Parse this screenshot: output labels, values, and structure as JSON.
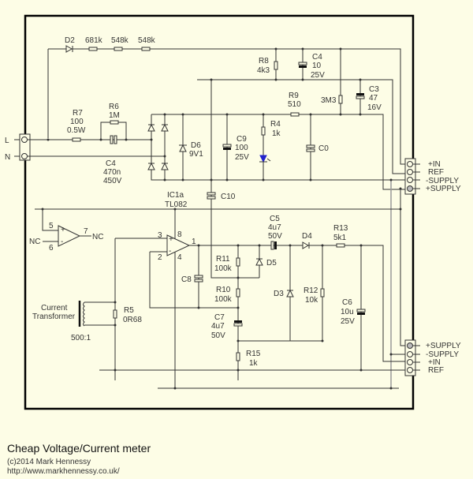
{
  "title": "Cheap Voltage/Current meter",
  "copyright": "(c)2014 Mark Hennessy",
  "url": "http://www.markhennessy.co.uk/",
  "colors": {
    "background": "#fdfde6",
    "wire": "#333333",
    "led": "#2222cc",
    "border": "#000000"
  },
  "components": {
    "D2": "D2",
    "r681k": "681k",
    "r548k_a": "548k",
    "r548k_b": "548k",
    "R8": "R8",
    "R8v": "4k3",
    "C4a": "C4",
    "C4av": "10",
    "C4avolt": "25V",
    "C3": "C3",
    "C3v": "47",
    "C3volt": "16V",
    "R3M3": "3M3",
    "R9": "R9",
    "R9v": "510",
    "R7": "R7",
    "R7v": "100",
    "R7w": "0.5W",
    "R6": "R6",
    "R6v": "1M",
    "C4b": "C4",
    "C4bv": "470n",
    "C4bvolt": "450V",
    "D6": "D6",
    "D6v": "9V1",
    "C9": "C9",
    "C9v": "100",
    "C9volt": "25V",
    "R4": "R4",
    "R4v": "1k",
    "C0": "C0",
    "C10": "C10",
    "IC1a": "IC1a",
    "TL082": "TL082",
    "C5": "C5",
    "C5v": "4u7",
    "C5volt": "50V",
    "D4": "D4",
    "R13": "R13",
    "R13v": "5k1",
    "R11": "R11",
    "R11v": "100k",
    "D5": "D5",
    "C8": "C8",
    "R10": "R10",
    "R10v": "100k",
    "D3": "D3",
    "R12": "R12",
    "R12v": "10k",
    "C6": "C6",
    "C6v": "10u",
    "C6volt": "25V",
    "C7": "C7",
    "C7v": "4u7",
    "C7volt": "50V",
    "R15": "R15",
    "R15v": "1k",
    "R5": "R5",
    "R5v": "0R68",
    "ct1": "Current",
    "ct2": "Transformer",
    "ctratio": "500:1",
    "pin5": "5",
    "pin6": "6",
    "pin7": "7",
    "nc_in": "NC",
    "nc_out": "NC",
    "pin3": "3",
    "pin2": "2",
    "pin8": "8",
    "pin4": "4",
    "pin1": "1"
  },
  "terminals": {
    "L": "L",
    "N": "N"
  },
  "connector_top": [
    "+IN",
    "REF",
    "-SUPPLY",
    "+SUPPLY"
  ],
  "connector_bottom": [
    "+SUPPLY",
    "-SUPPLY",
    "+IN",
    "REF"
  ]
}
